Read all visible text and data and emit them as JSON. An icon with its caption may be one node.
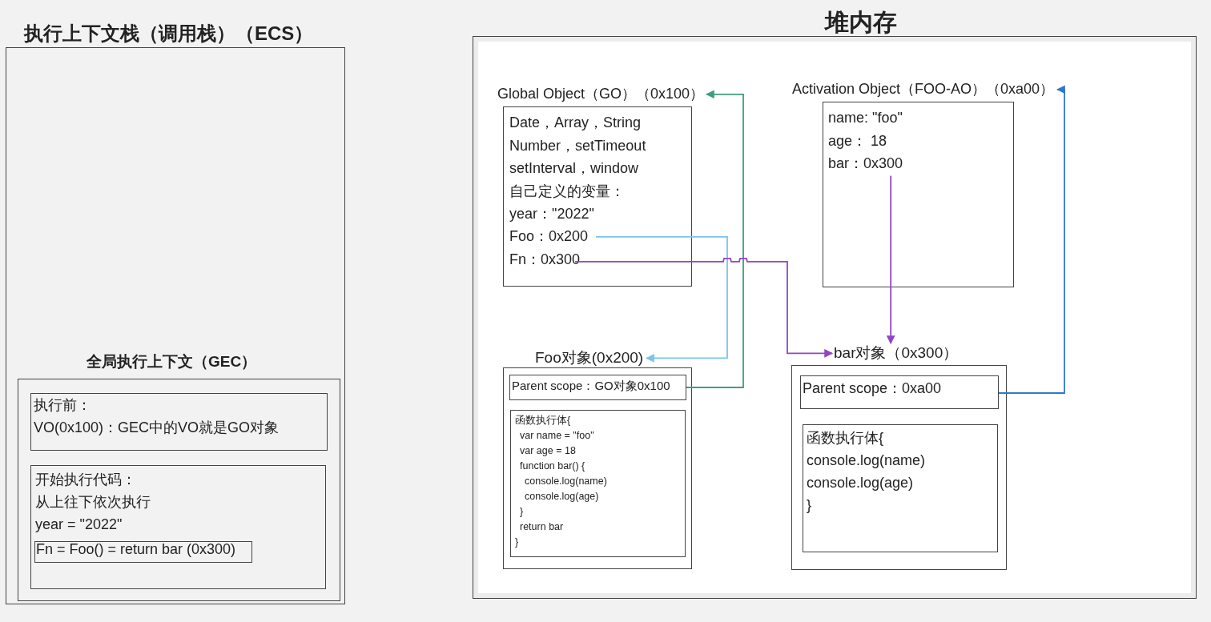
{
  "diagram": {
    "nodes": [
      {
        "text": [
          "执行上下文栈（调用栈）（ECS）"
        ]
      },
      {
        "text": [
          "全局执行上下文（GEC）"
        ],
        "in": 0
      },
      {
        "text": [
          "执行前：",
          "VO(0x100)：GEC中的VO就是GO对象"
        ],
        "in": 1
      },
      {
        "text": [
          "开始执行代码：",
          "从上往下依次执行",
          "year = \"2022\""
        ],
        "in": 1
      },
      {
        "text": [
          "Fn = Foo() = return bar (0x300)"
        ],
        "in": 3
      },
      {
        "text": [
          "堆内存"
        ]
      },
      {
        "text": [
          "Global Object（GO）（0x100）",
          "Date，Array，String",
          "Number，setTimeout",
          "setInterval，window",
          "自己定义的变量：",
          "year：\"2022\""
        ],
        "in": 5
      },
      {
        "text": [
          "Foo：0x200"
        ],
        "in": 6
      },
      {
        "text": [
          "Fn：0x300"
        ],
        "in": 6
      },
      {
        "text": [
          "Activation Object（FOO-AO）（0xa00）",
          "name: \"foo\"",
          "age： 18"
        ],
        "in": 5
      },
      {
        "text": [
          "bar：0x300"
        ],
        "in": 9
      },
      {
        "text": [
          "Foo对象(0x200)"
        ],
        "in": 5
      },
      {
        "text": [
          "Parent scope：GO对象0x100"
        ],
        "in": 11
      },
      {
        "text": [
          "函数执行体{",
          "var name = \"foo\"",
          "var age = 18",
          "function bar() {",
          "console.log(name)",
          "console.log(age)",
          "}",
          "return bar",
          "}"
        ],
        "in": 11
      },
      {
        "text": [
          "bar对象（0x300）"
        ],
        "in": 5
      },
      {
        "text": [
          "Parent scope：0xa00"
        ],
        "in": 14
      },
      {
        "text": [
          "函数执行体{",
          "console.log(name)",
          "console.log(age)",
          "}"
        ],
        "in": 14
      }
    ],
    "edges": [
      {
        "from": 7,
        "to": 11,
        "arrow": "to",
        "color": "#7cc4ea"
      },
      {
        "from": 12,
        "to": 6,
        "arrow": "to",
        "color": "#3f9e7c"
      },
      {
        "from": 8,
        "to": 14,
        "arrow": "to",
        "color": "#9146c4"
      },
      {
        "from": 10,
        "to": 14,
        "arrow": "to",
        "color": "#9146c4"
      },
      {
        "from": 15,
        "to": 9,
        "arrow": "to",
        "color": "#2f78d0"
      }
    ]
  }
}
